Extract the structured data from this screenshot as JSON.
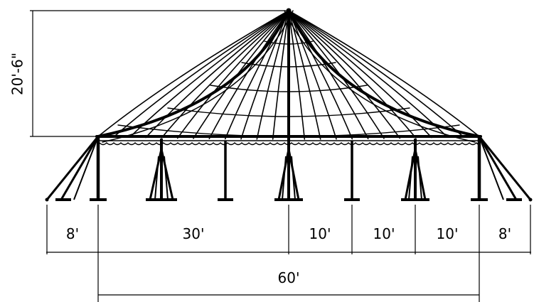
{
  "height_label": "20'-6\"",
  "segment_labels": [
    "8'",
    "30'",
    "10'",
    "10'",
    "10'",
    "8'"
  ],
  "overall_label": "60'"
}
